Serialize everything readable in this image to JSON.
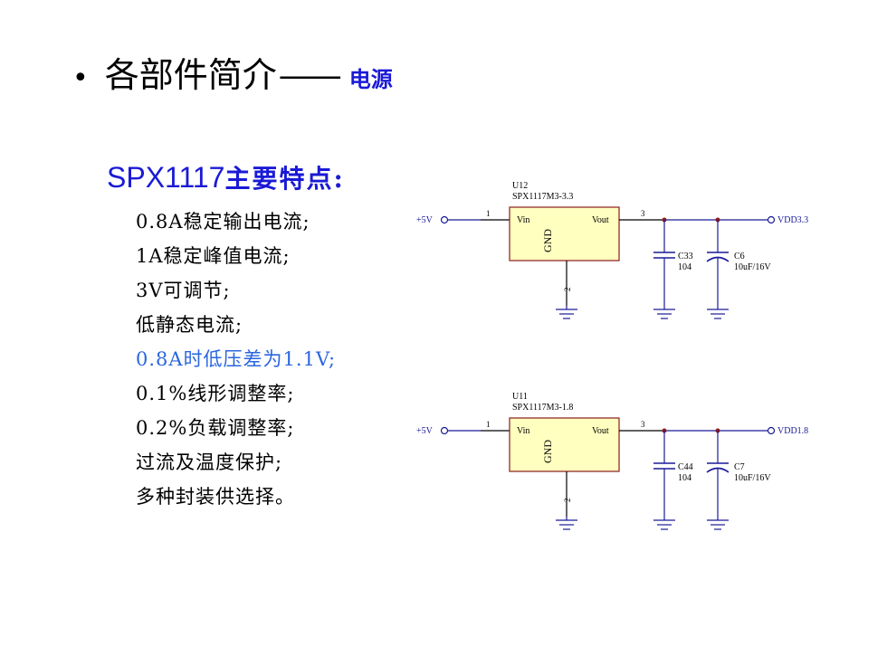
{
  "slide": {
    "bullet": "•",
    "title_main": "各部件简介",
    "title_dash": "——",
    "title_sub": "电源"
  },
  "subheading": {
    "model": "SPX1117",
    "text": "主要特点:"
  },
  "features": [
    "0.8A稳定输出电流;",
    "1A稳定峰值电流;",
    "3V可调节;",
    "低静态电流;",
    "0.8A时低压差为1.1V;",
    "0.1%线形调整率;",
    "0.2%负载调整率;",
    "过流及温度保护;",
    "多种封装供选择。"
  ],
  "highlight_index": 4,
  "colors": {
    "title_accent": "#1a1ad6",
    "highlight": "#2a66e0",
    "wire": "#1a1a99",
    "net_label": "#1a1a99",
    "component_fill": "#ffffc0",
    "component_border": "#8a1c1c",
    "pin_wire": "#000000",
    "junction": "#8a1c1c"
  },
  "schematic": [
    {
      "ref": "U12",
      "part": "SPX1117M3-3.3",
      "pin_in": "Vin",
      "pin_out": "Vout",
      "pin_gnd": "GND",
      "pin1": "1",
      "pin2": "2",
      "pin3": "3",
      "input_net": "+5V",
      "output_net": "VDD3.3",
      "cap1_ref": "C33",
      "cap1_value": "104",
      "cap2_ref": "C6",
      "cap2_value": "10uF/16V"
    },
    {
      "ref": "U11",
      "part": "SPX1117M3-1.8",
      "pin_in": "Vin",
      "pin_out": "Vout",
      "pin_gnd": "GND",
      "pin1": "1",
      "pin2": "2",
      "pin3": "3",
      "input_net": "+5V",
      "output_net": "VDD1.8",
      "cap1_ref": "C44",
      "cap1_value": "104",
      "cap2_ref": "C7",
      "cap2_value": "10uF/16V"
    }
  ]
}
